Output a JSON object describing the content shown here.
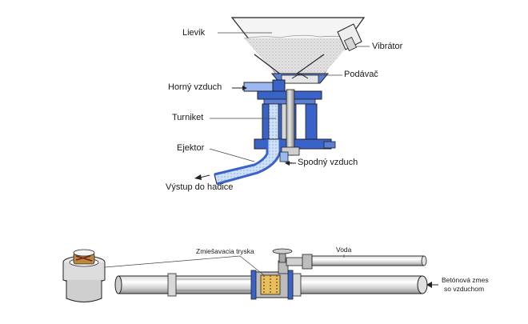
{
  "top_diagram": {
    "labels": {
      "lievik": "Lievik",
      "vibrator": "Vibrátor",
      "podavac": "Podávač",
      "horny_vzduch": "Horný vzduch",
      "turniket": "Turniket",
      "ejektor": "Ejektor",
      "spodny_vzduch": "Spodný vzduch",
      "vystup": "Výstup do hadice"
    }
  },
  "bottom_diagram": {
    "labels": {
      "tryska": "Zmiešavacia tryska",
      "voda": "Voda",
      "zmes_line1": "Betónová zmes",
      "zmes_line2": "so vzduchom"
    }
  },
  "colors": {
    "blue": "#3a63c9",
    "light_blue": "#9cb8f0",
    "metal": "#c8c8c8",
    "outline": "#222222"
  }
}
